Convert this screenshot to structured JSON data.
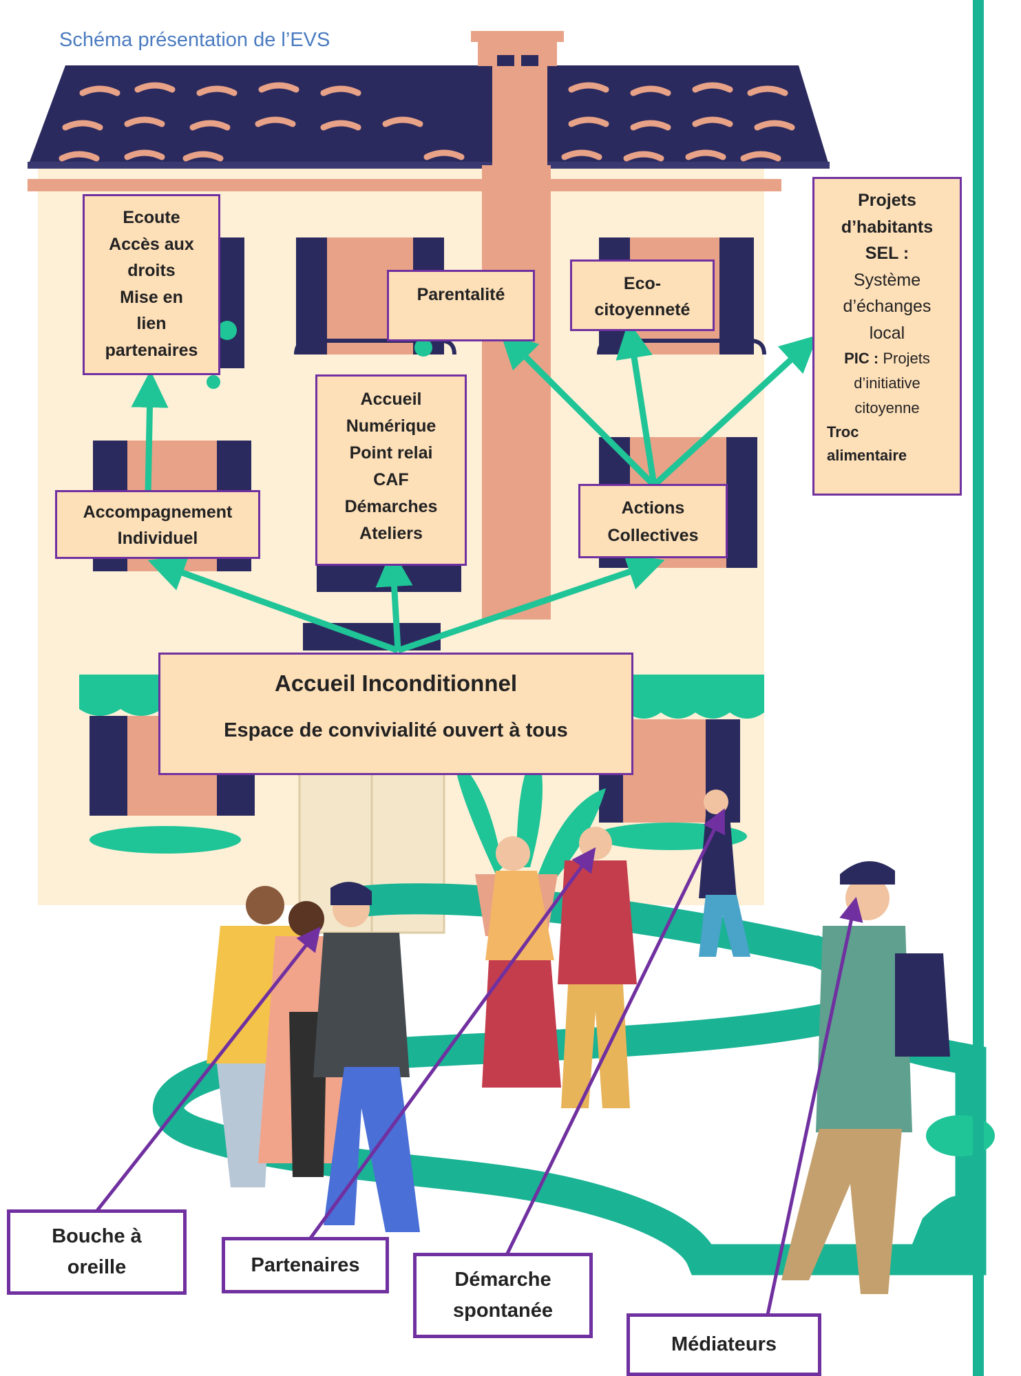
{
  "title": "Schéma présentation de l’EVS",
  "services": {
    "ecoute": [
      "Ecoute",
      "Accès aux",
      "droits",
      "Mise en",
      "lien",
      "partenaires"
    ],
    "parentalite": "Parentalité",
    "eco": [
      "Eco-",
      "citoyenneté"
    ],
    "projets": {
      "heading": [
        "Projets",
        "d’habitants"
      ],
      "sel_label": "SEL :",
      "sel_text": [
        "Système",
        "d’échanges",
        "local"
      ],
      "pic_label": "PIC :",
      "pic_text_1": "Projets",
      "pic_text_rest": [
        "d’initiative",
        "citoyenne"
      ],
      "troc": [
        "Troc",
        "alimentaire"
      ]
    },
    "accueil_numerique": [
      "Accueil",
      "Numérique",
      "Point relai",
      "CAF",
      "Démarches",
      "Ateliers"
    ],
    "accompagnement": [
      "Accompagnement",
      "Individuel"
    ],
    "actions": [
      "Actions",
      "Collectives"
    ]
  },
  "central": {
    "title": "Accueil Inconditionnel",
    "subtitle": "Espace de convivialité ouvert à tous"
  },
  "channels": {
    "bouche": [
      "Bouche à",
      "oreille"
    ],
    "partenaires": "Partenaires",
    "demarche": [
      "Démarche",
      "spontanée"
    ],
    "mediateurs": "Médiateurs"
  },
  "colors": {
    "arrow_green": "#1fc497",
    "purple": "#7030a0",
    "box_fill": "#fddfb8",
    "roof": "#2b2a5e",
    "wall": "#fdf0d7",
    "chimney": "#e8a287",
    "path": "#1ab394",
    "title_blue": "#4a7bc0"
  }
}
